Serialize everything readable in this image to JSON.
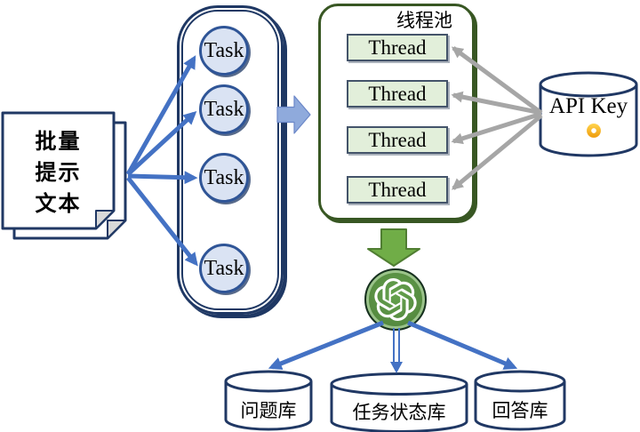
{
  "document": {
    "lines": [
      "批量",
      "提示",
      "文本"
    ]
  },
  "task_group": {
    "tasks": [
      "Task",
      "Task",
      "Task",
      "Task"
    ]
  },
  "thread_pool": {
    "title": "线程池",
    "threads": [
      "Thread",
      "Thread",
      "Thread",
      "Thread"
    ]
  },
  "api_key": {
    "label": "API Key",
    "icon": "key-icon"
  },
  "openai": {
    "icon": "openai-logo"
  },
  "databases": [
    {
      "label": "问题库"
    },
    {
      "label": "任务状态库"
    },
    {
      "label": "回答库"
    }
  ],
  "colors": {
    "navy_border": "#1f3864",
    "blue_arrow": "#4472c4",
    "block_arrow_blue": "#8faadc",
    "task_fill": "#dae3f3",
    "task_border": "#2f5597",
    "thread_fill": "#e2efda",
    "thread_border": "#44546a",
    "pool_border_green": "#385723",
    "green_arrow": "#70ad47",
    "openai_green": "#54893f",
    "gray_arrow": "#a6a6a6",
    "key_gold": "#f5a623"
  }
}
